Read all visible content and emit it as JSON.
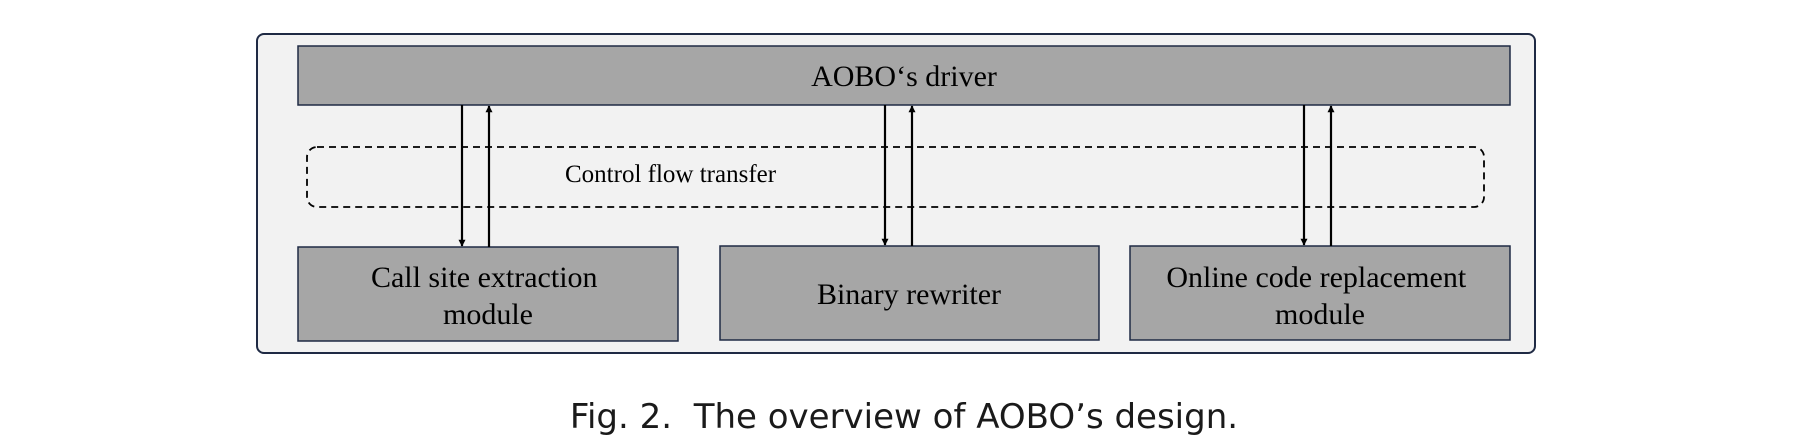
{
  "diagram": {
    "driver_label": "AOBO‘s driver",
    "control_flow_label": "Control flow transfer",
    "modules": {
      "call_site": [
        "Call site extraction",
        "module"
      ],
      "rewriter": "Binary rewriter",
      "online": [
        "Online code replacement",
        "module"
      ]
    },
    "colors": {
      "outer_fill": "#f2f2f2",
      "outer_stroke": "#1f2a44",
      "box_fill": "#a6a6a6",
      "box_stroke": "#1f2a44",
      "arrow": "#000000"
    }
  },
  "caption": "Fig. 2.  The overview of AOBO’s design."
}
